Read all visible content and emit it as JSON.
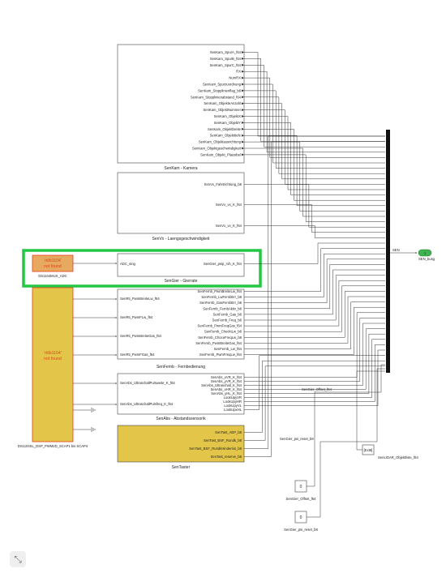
{
  "colors": {
    "highlight": "#22c744",
    "yellow": "#e2c549",
    "red": "#e8401c",
    "out_green": "#3fb34f"
  },
  "kamera": {
    "title": "SenKam - Kamera",
    "ports": [
      "SenKam_SpurA_f64",
      "SenKam_SpurB_f64",
      "SenKam_SpurC_f64",
      "RX",
      "NumRX",
      "SenKam_Spurzuordnung",
      "SenKam_Stopplinienflag_b8",
      "SenKam_Stopplinienabstand_f64",
      "SenKam_ObjekteAnzahl",
      "SenKam_ObjektNummer",
      "SenKam_ObjektX",
      "SenKam_ObjektY",
      "SenKam_Objektbreite",
      "SenKam_Objekttiefe",
      "SenKam_Objektausrichtung",
      "SenKam_Objektgeschwindigkeit",
      "SenKam_Objekt_Plausibel"
    ]
  },
  "vx": {
    "title": "SenVx - Laengsgeschwindigkeit",
    "ports": [
      "SenVx_Fahrtrichtung_b8",
      "SenVx_vx_K_f64",
      "SenVx_vv_K_f64"
    ]
  },
  "adc": {
    "line1": "'rtilb1104'",
    "line2": "not found",
    "label": "DS1104MUX_ADC"
  },
  "gier": {
    "title": "SenGier - Gierrate",
    "in_port": "ADC_sing",
    "out_port": "SenGier_psip_roh_K_f64"
  },
  "pwm": {
    "line1": "'rtilb1104'",
    "line2": "not found",
    "label": "DS1104SL_DSP_PWM2D_SCAP1 bis SCAP4"
  },
  "fernb": {
    "title": "SenFernb - Fernbedienung",
    "in_ports": [
      "SenRti_PwmBreiteLw_f64",
      "SenRti_PwmFLw_f64",
      "SenRti_PwmBreiteGas_f64",
      "SenRti_PwmFGas_f64"
    ],
    "out_ports": [
      "SenFernb_PwmBreiteLw_f64",
      "SenFernb_LwFernbErr_b8",
      "SenFernb_GasFernbErr_b8",
      "SenFernb_FernbAktiv_b8",
      "SenFernb_Gas_b8",
      "SenFernb_Freq_b8",
      "SenFernb_PwmFreqGas_f64",
      "SenFernb_ChecktLw_b8",
      "SenFernb_ChoceFreqLw_b8",
      "SenFernb_PwmBreiteGas_f64",
      "SenFernb_Lw_f64",
      "SenFernb_PwmFreqLw_f64"
    ]
  },
  "abs": {
    "title": "SenAbs - Abstandssensorik",
    "in_ports": [
      "SenAbs_UltraschallPulsweite_K_f64",
      "SenAbs_UltraschallPulsfreq_K_f64"
    ],
    "out_ports": [
      "SenAbs_xVR_K_f64",
      "SenAbs_yVR_K_f64",
      "SenAbs_Ultraschall_K_f64",
      "SenAbs_xHR_K_f64",
      "SenAbs_yHL_K_f64",
      "LookUpyVR",
      "LookUpyHR",
      "LookUpyVL",
      "LookUpxHL"
    ]
  },
  "taster": {
    "title": "SenTaster",
    "ports": [
      "SenTast_AEP_b8",
      "SenTast_BSF_Rundk_b8",
      "SenTast_BSF_RundkHindernis_b8",
      "SenTast_reserve_b8"
    ]
  },
  "bus": {
    "out_label": "SEN",
    "bus_out": "SEN_busg"
  },
  "signals": {
    "gier_offset": "SenGier_Offset_f64",
    "psi_reset": "SenGier_psi_reset_b8",
    "lidar_tag": "[Ext8]",
    "lidar": "SenLIDAR_Objektliste_f64"
  },
  "constants": [
    {
      "value": "0",
      "label": "SenGier_Offset_f64"
    },
    {
      "value": "0",
      "label": "SenGier_psi_reset_b8"
    }
  ]
}
